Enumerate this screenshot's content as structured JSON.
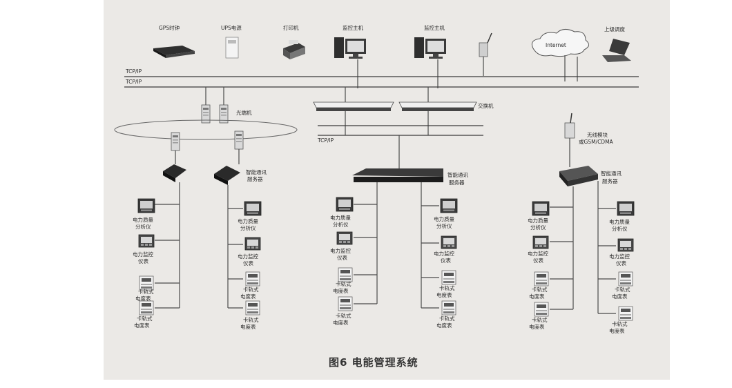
{
  "top_devices": {
    "gps": "GPS时钟",
    "ups": "UPS电源",
    "printer": "打印机",
    "host1": "监控主机",
    "host2": "监控主机",
    "internet": "Internet",
    "remote": "上级调度"
  },
  "bus": {
    "tcp1": "TCP/IP",
    "tcp2": "TCP/IP",
    "tcp3": "TCP/IP"
  },
  "network": {
    "optical": "光端机",
    "switch": "交换机",
    "wireless_1": "无线模块",
    "wireless_2": "或GSM/CDMA"
  },
  "servers": {
    "s1_1": "智能通讯",
    "s1_2": "服务器",
    "s2_1": "智能通讯",
    "s2_2": "服务器",
    "s3_1": "智能通讯",
    "s3_2": "服务器"
  },
  "meters": {
    "pq_1": "电力质量",
    "pq_2": "分析仪",
    "mon_1": "电力监控",
    "mon_2": "仪表",
    "rail_1": "卡轨式",
    "rail_2": "电度表"
  },
  "caption": "图6  电能管理系统"
}
